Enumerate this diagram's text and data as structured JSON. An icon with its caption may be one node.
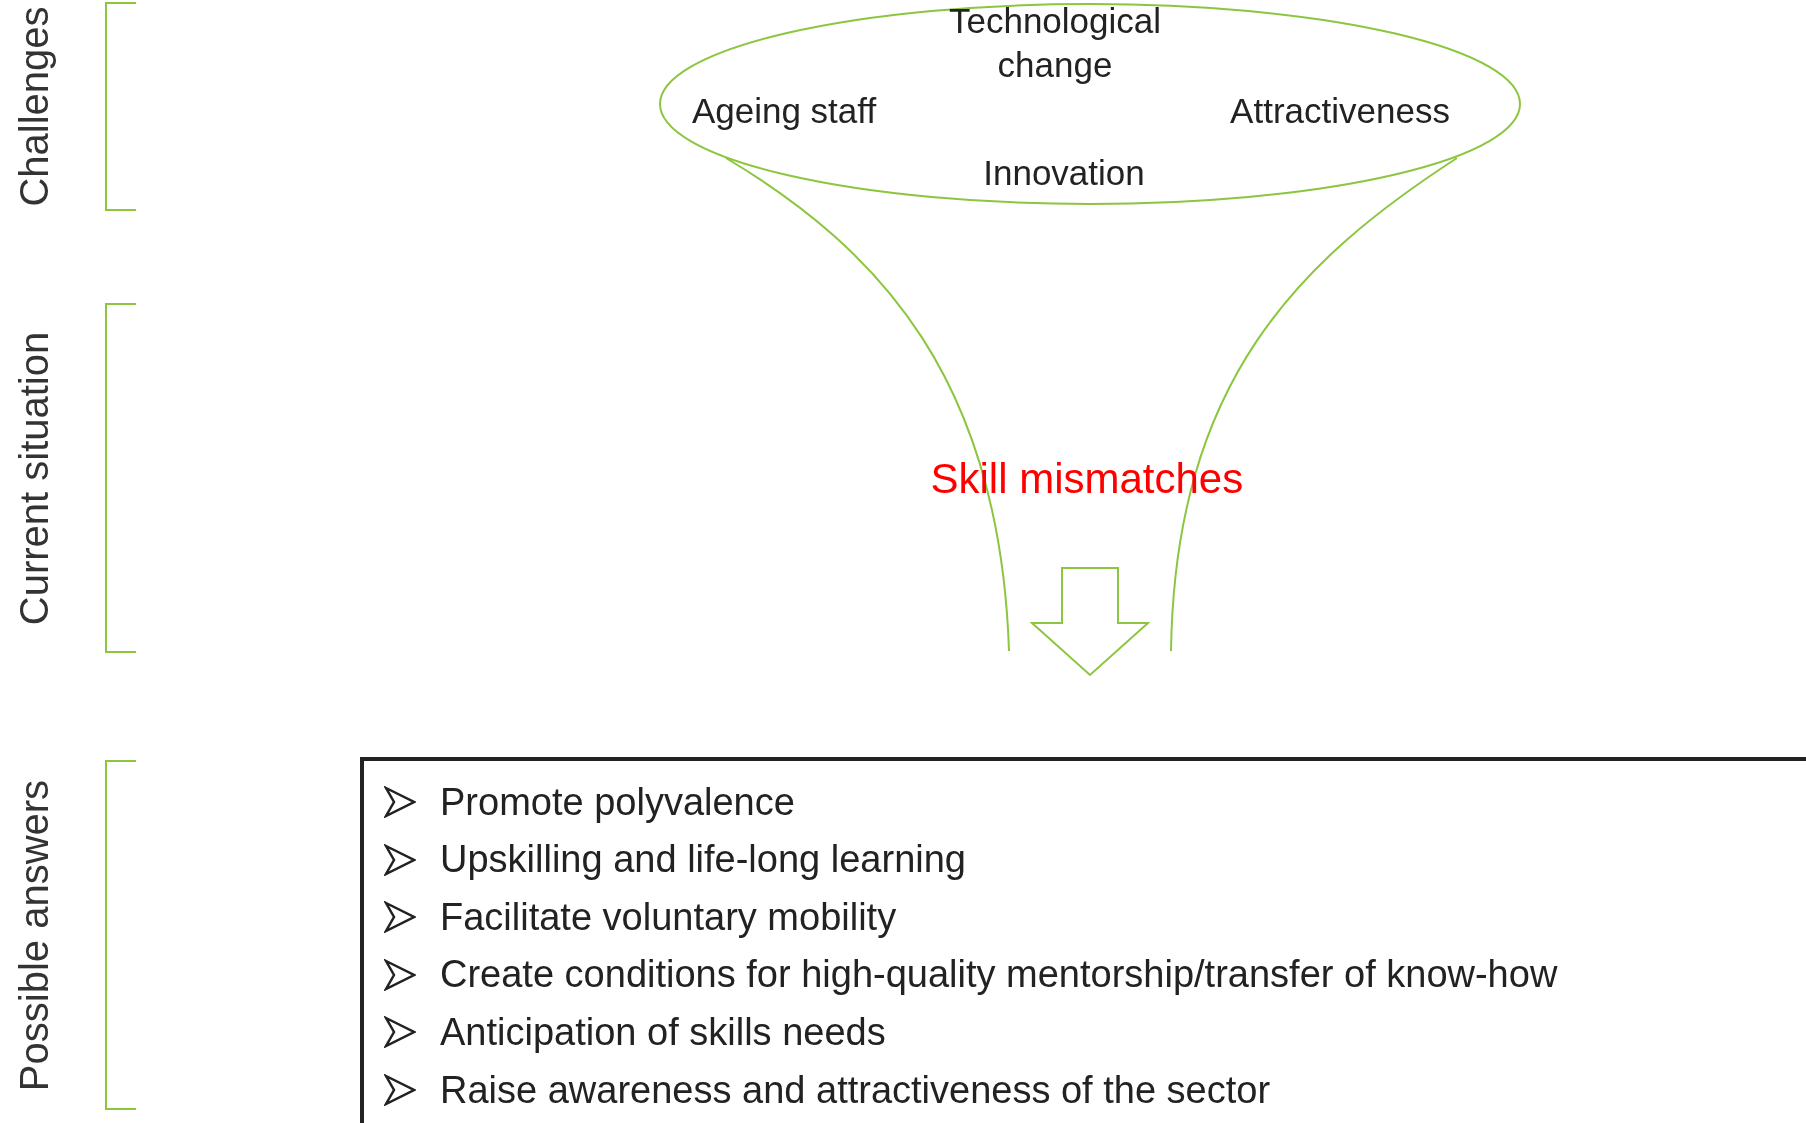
{
  "diagram": {
    "nodes": [
      {
        "text": [
          "Technological change",
          "Ageing staff",
          "Attractiveness",
          "Innovation"
        ]
      },
      {
        "text": [
          "Skill mismatches"
        ]
      },
      {
        "text": [
          "Promote polyvalence",
          "Upskilling and life-long learning",
          "Facilitate voluntary mobility",
          "Create conditions for high-quality mentorship/transfer of know-how",
          "Anticipation of skills needs",
          "Raise awareness and attractiveness of the sector"
        ]
      }
    ],
    "edges": [
      {
        "from": 1,
        "to": 2,
        "arrow": "to"
      }
    ],
    "labels": [
      "Challenges",
      "Current situation",
      "Possible answers"
    ]
  }
}
